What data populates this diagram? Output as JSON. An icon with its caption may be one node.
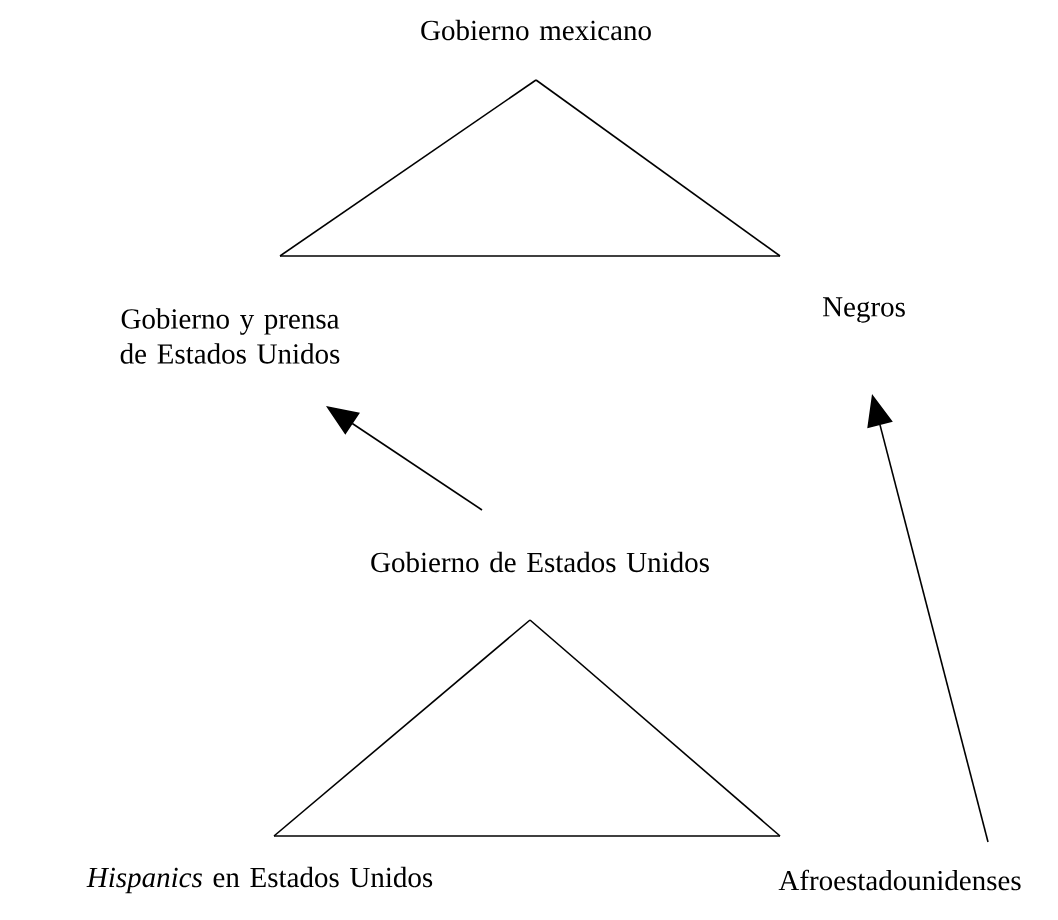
{
  "diagram": {
    "nodes": [
      {
        "text": [
          "Gobierno mexicano"
        ]
      },
      {
        "text": [
          "Gobierno y prensa de Estados Unidos"
        ]
      },
      {
        "text": [
          "Negros"
        ]
      },
      {
        "text": [
          "Gobierno de Estados Unidos"
        ]
      },
      {
        "text": [
          "*Hispanics* en Estados Unidos"
        ]
      },
      {
        "text": [
          "Afroestadounidenses"
        ]
      }
    ],
    "edges": [
      {
        "from": 0,
        "to": 1,
        "arrow": "none"
      },
      {
        "from": 0,
        "to": 2,
        "arrow": "none"
      },
      {
        "from": 1,
        "to": 2,
        "arrow": "none"
      },
      {
        "from": 3,
        "to": 4,
        "arrow": "none"
      },
      {
        "from": 3,
        "to": 5,
        "arrow": "none"
      },
      {
        "from": 4,
        "to": 5,
        "arrow": "none"
      },
      {
        "from": 3,
        "to": 1,
        "arrow": "to"
      },
      {
        "from": 5,
        "to": 2,
        "arrow": "to"
      }
    ]
  }
}
